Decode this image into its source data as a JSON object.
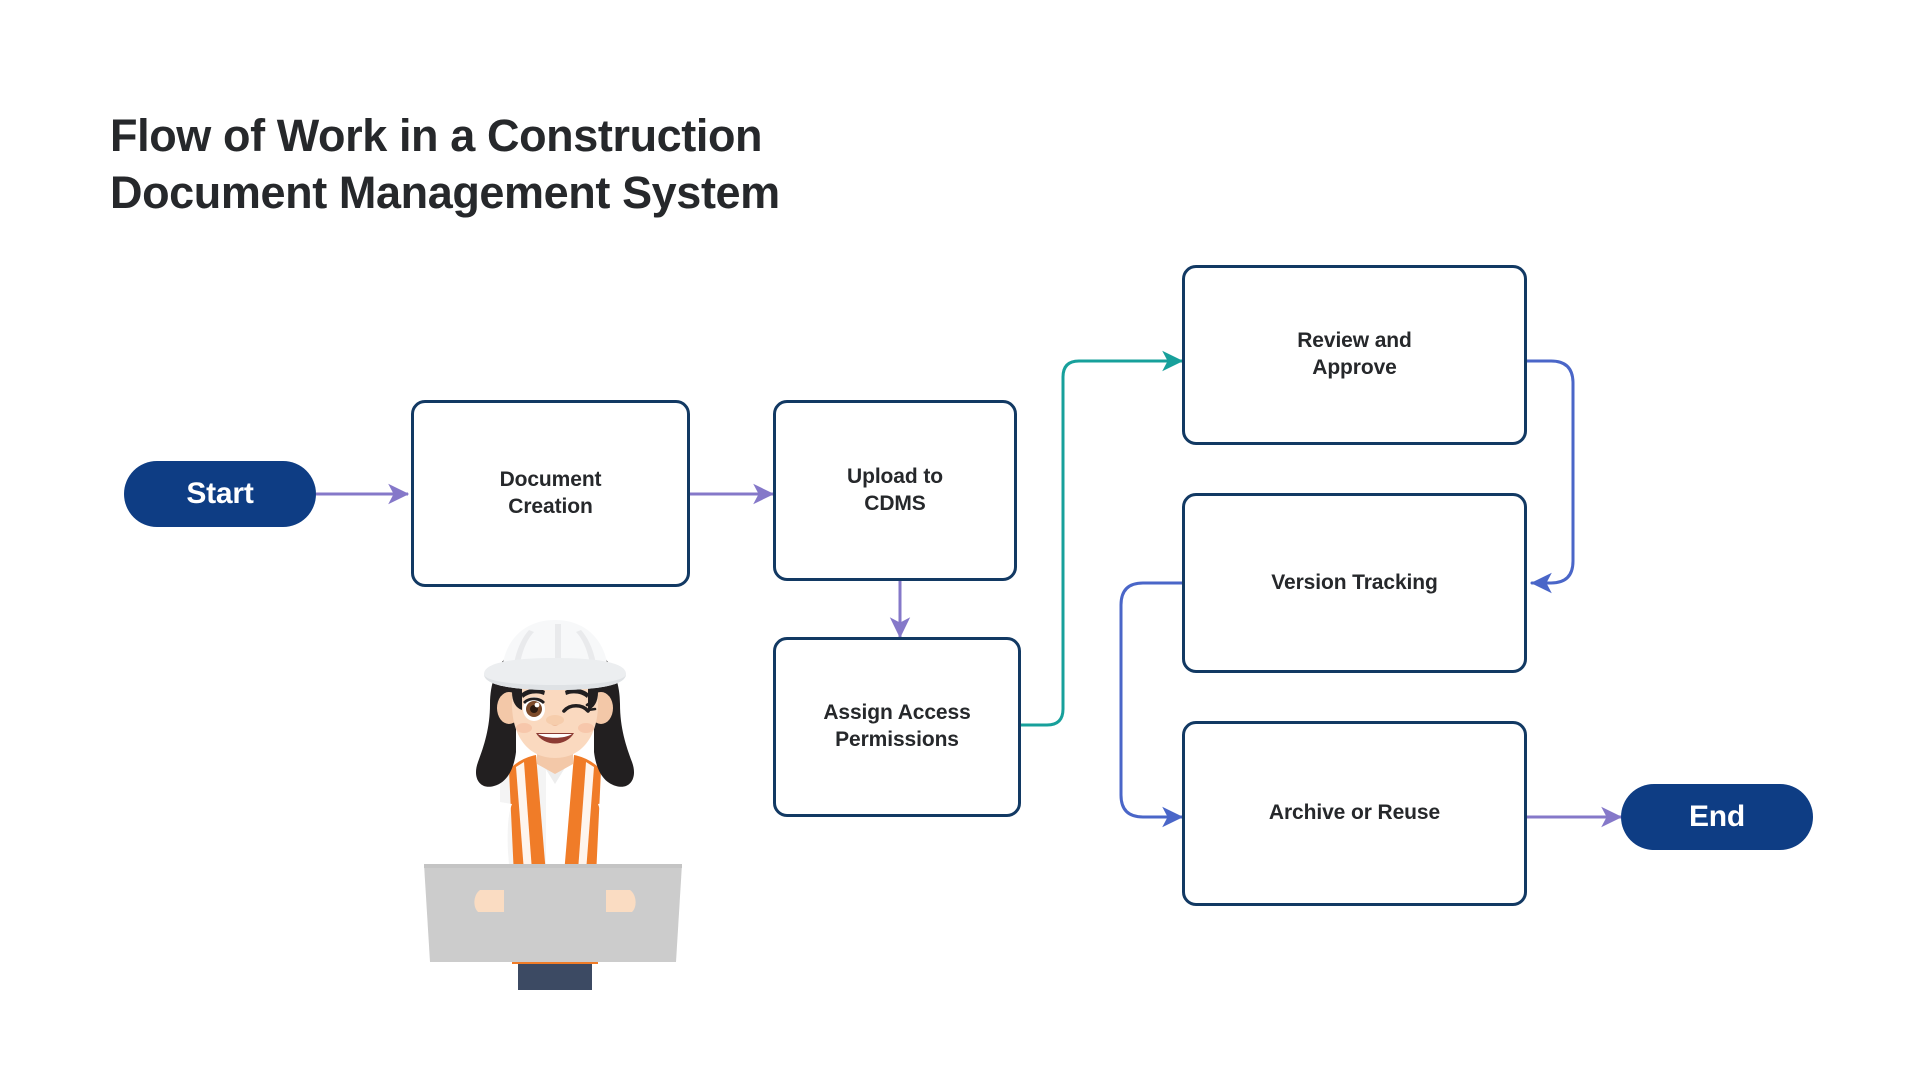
{
  "page": {
    "title": "Flow of Work in a Construction\nDocument Management System",
    "background": "#ffffff"
  },
  "colors": {
    "node_border": "#123963",
    "node_fill": "#ffffff",
    "terminal_fill": "#0e3d84",
    "terminal_text": "#ffffff",
    "node_text": "#26282b",
    "title_text": "#26282b",
    "connector_purple": "#8578c9",
    "connector_teal": "#17a09b",
    "connector_blue": "#4a66c8",
    "helmet": "#f3f4f5",
    "hair": "#221f20",
    "skin": "#f8d8be",
    "vest": "#f07c28",
    "shirt": "#ffffff",
    "blueprint": "#cccccc",
    "pants": "#3c4a63"
  },
  "flow": {
    "start": {
      "label": "Start",
      "type": "terminal"
    },
    "end": {
      "label": "End",
      "type": "terminal"
    },
    "nodes": [
      {
        "id": "document-creation",
        "label": "Document\nCreation"
      },
      {
        "id": "upload-to-cdms",
        "label": "Upload to\nCDMS"
      },
      {
        "id": "assign-access",
        "label": "Assign Access\nPermissions"
      },
      {
        "id": "review-and-approve",
        "label": "Review and\nApprove"
      },
      {
        "id": "version-tracking",
        "label": "Version Tracking"
      },
      {
        "id": "archive-or-reuse",
        "label": "Archive or Reuse"
      }
    ],
    "edges": [
      {
        "from": "start",
        "to": "document-creation",
        "color": "#8578c9",
        "direction": "right"
      },
      {
        "from": "document-creation",
        "to": "upload-to-cdms",
        "color": "#8578c9",
        "direction": "right"
      },
      {
        "from": "upload-to-cdms",
        "to": "assign-access",
        "color": "#8578c9",
        "direction": "down"
      },
      {
        "from": "assign-access",
        "to": "review-and-approve",
        "color": "#17a09b",
        "direction": "up-right"
      },
      {
        "from": "review-and-approve",
        "to": "version-tracking",
        "color": "#4a66c8",
        "direction": "right-loop-down"
      },
      {
        "from": "version-tracking",
        "to": "archive-or-reuse",
        "color": "#4a66c8",
        "direction": "left-loop-down"
      },
      {
        "from": "archive-or-reuse",
        "to": "end",
        "color": "#8578c9",
        "direction": "right"
      }
    ]
  },
  "illustration": {
    "name": "construction-worker-with-blueprint",
    "description": "Cartoon female construction worker wearing a white hard hat and orange safety vest, holding a grey blueprint"
  }
}
